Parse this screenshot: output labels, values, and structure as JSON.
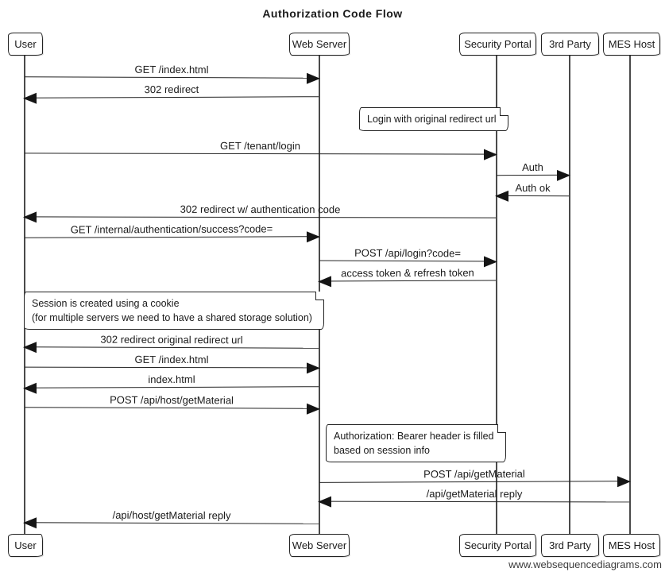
{
  "title": "Authorization Code Flow",
  "watermark": "www.websequencediagrams.com",
  "colors": {
    "stroke": "#1a1a1a",
    "background": "#ffffff",
    "lifeline": "#4a4a4a"
  },
  "participants": [
    {
      "name": "User"
    },
    {
      "name": "Web Server"
    },
    {
      "name": "Security Portal"
    },
    {
      "name": "3rd Party"
    },
    {
      "name": "MES Host"
    }
  ],
  "messages": [
    {
      "label": "GET /index.html",
      "from": "User",
      "to": "Web Server"
    },
    {
      "label": "302 redirect",
      "from": "Web Server",
      "to": "User"
    },
    {
      "label": "GET /tenant/login",
      "from": "User",
      "to": "Security Portal"
    },
    {
      "label": "Auth",
      "from": "Security Portal",
      "to": "3rd Party"
    },
    {
      "label": "Auth ok",
      "from": "3rd Party",
      "to": "Security Portal"
    },
    {
      "label": "302 redirect w/ authentication code",
      "from": "Security Portal",
      "to": "User"
    },
    {
      "label": "GET /internal/authentication/success?code=",
      "from": "User",
      "to": "Web Server"
    },
    {
      "label": "POST /api/login?code=",
      "from": "Web Server",
      "to": "Security Portal"
    },
    {
      "label": "access token & refresh token",
      "from": "Security Portal",
      "to": "Web Server"
    },
    {
      "label": "302 redirect original redirect url",
      "from": "Web Server",
      "to": "User"
    },
    {
      "label": "GET /index.html",
      "from": "User",
      "to": "Web Server"
    },
    {
      "label": "index.html",
      "from": "Web Server",
      "to": "User"
    },
    {
      "label": "POST /api/host/getMaterial",
      "from": "User",
      "to": "Web Server"
    },
    {
      "label": "POST /api/getMaterial",
      "from": "Web Server",
      "to": "MES Host"
    },
    {
      "label": "/api/getMaterial reply",
      "from": "MES Host",
      "to": "Web Server"
    },
    {
      "label": "/api/host/getMaterial reply",
      "from": "Web Server",
      "to": "User"
    }
  ],
  "notes": [
    {
      "lines": [
        "Login with original redirect url"
      ]
    },
    {
      "lines": [
        "Session is created using a cookie",
        "(for multiple servers we need to have a shared storage solution)"
      ]
    },
    {
      "lines": [
        "Authorization: Bearer header is filled",
        "based on session info"
      ]
    }
  ]
}
